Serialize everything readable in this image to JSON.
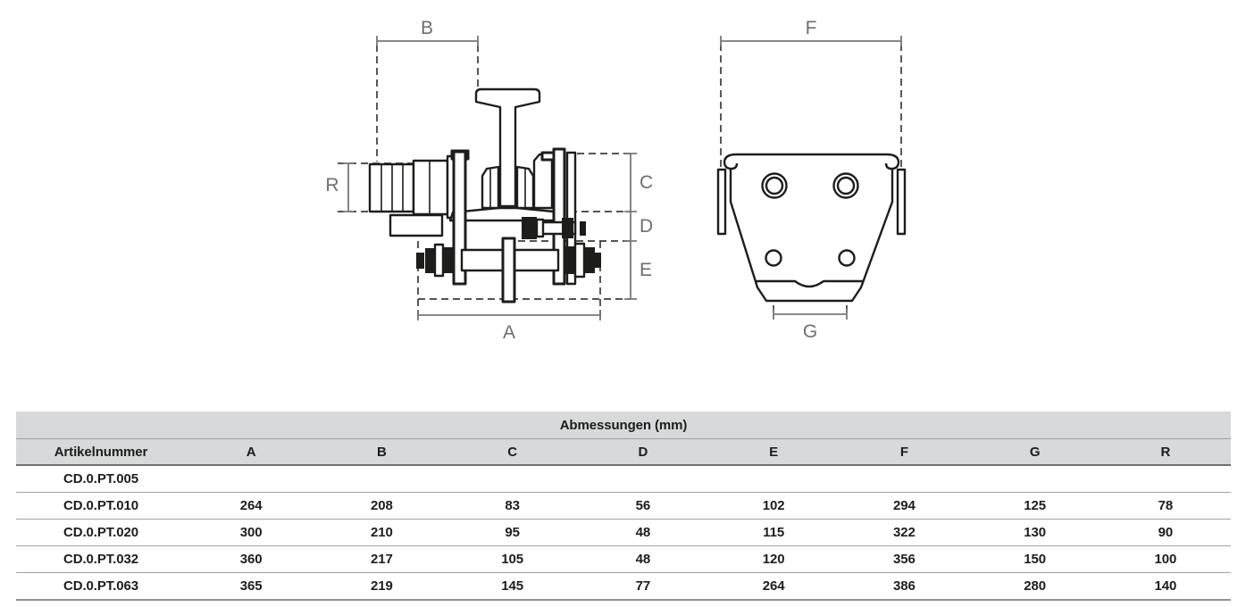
{
  "diagram": {
    "side_view": {
      "name": "trolley-side-view",
      "dim_labels": {
        "b": "B",
        "r": "R",
        "c": "C",
        "d": "D",
        "e": "E",
        "a": "A"
      }
    },
    "front_view": {
      "name": "trolley-front-view",
      "dim_labels": {
        "f": "F",
        "g": "G"
      }
    },
    "colors": {
      "line": "#1d1d1b",
      "dashed": "#3c3c3b",
      "dimension": "#77787b",
      "label": "#6d6e71"
    }
  },
  "table": {
    "title": "Abmessungen (mm)",
    "columns": [
      "Artikelnummer",
      "A",
      "B",
      "C",
      "D",
      "E",
      "F",
      "G",
      "R"
    ],
    "rows": [
      {
        "artikelnummer": "CD.0.PT.005",
        "values": [
          "",
          "",
          "",
          "",
          "",
          "",
          "",
          ""
        ]
      },
      {
        "artikelnummer": "CD.0.PT.010",
        "values": [
          "264",
          "208",
          "83",
          "56",
          "102",
          "294",
          "125",
          "78"
        ]
      },
      {
        "artikelnummer": "CD.0.PT.020",
        "values": [
          "300",
          "210",
          "95",
          "48",
          "115",
          "322",
          "130",
          "90"
        ]
      },
      {
        "artikelnummer": "CD.0.PT.032",
        "values": [
          "360",
          "217",
          "105",
          "48",
          "120",
          "356",
          "150",
          "100"
        ]
      },
      {
        "artikelnummer": "CD.0.PT.063",
        "values": [
          "365",
          "219",
          "145",
          "77",
          "264",
          "386",
          "280",
          "140"
        ]
      }
    ],
    "colors": {
      "header_bg": "#d8d9da",
      "text": "#1d1d1b"
    }
  }
}
